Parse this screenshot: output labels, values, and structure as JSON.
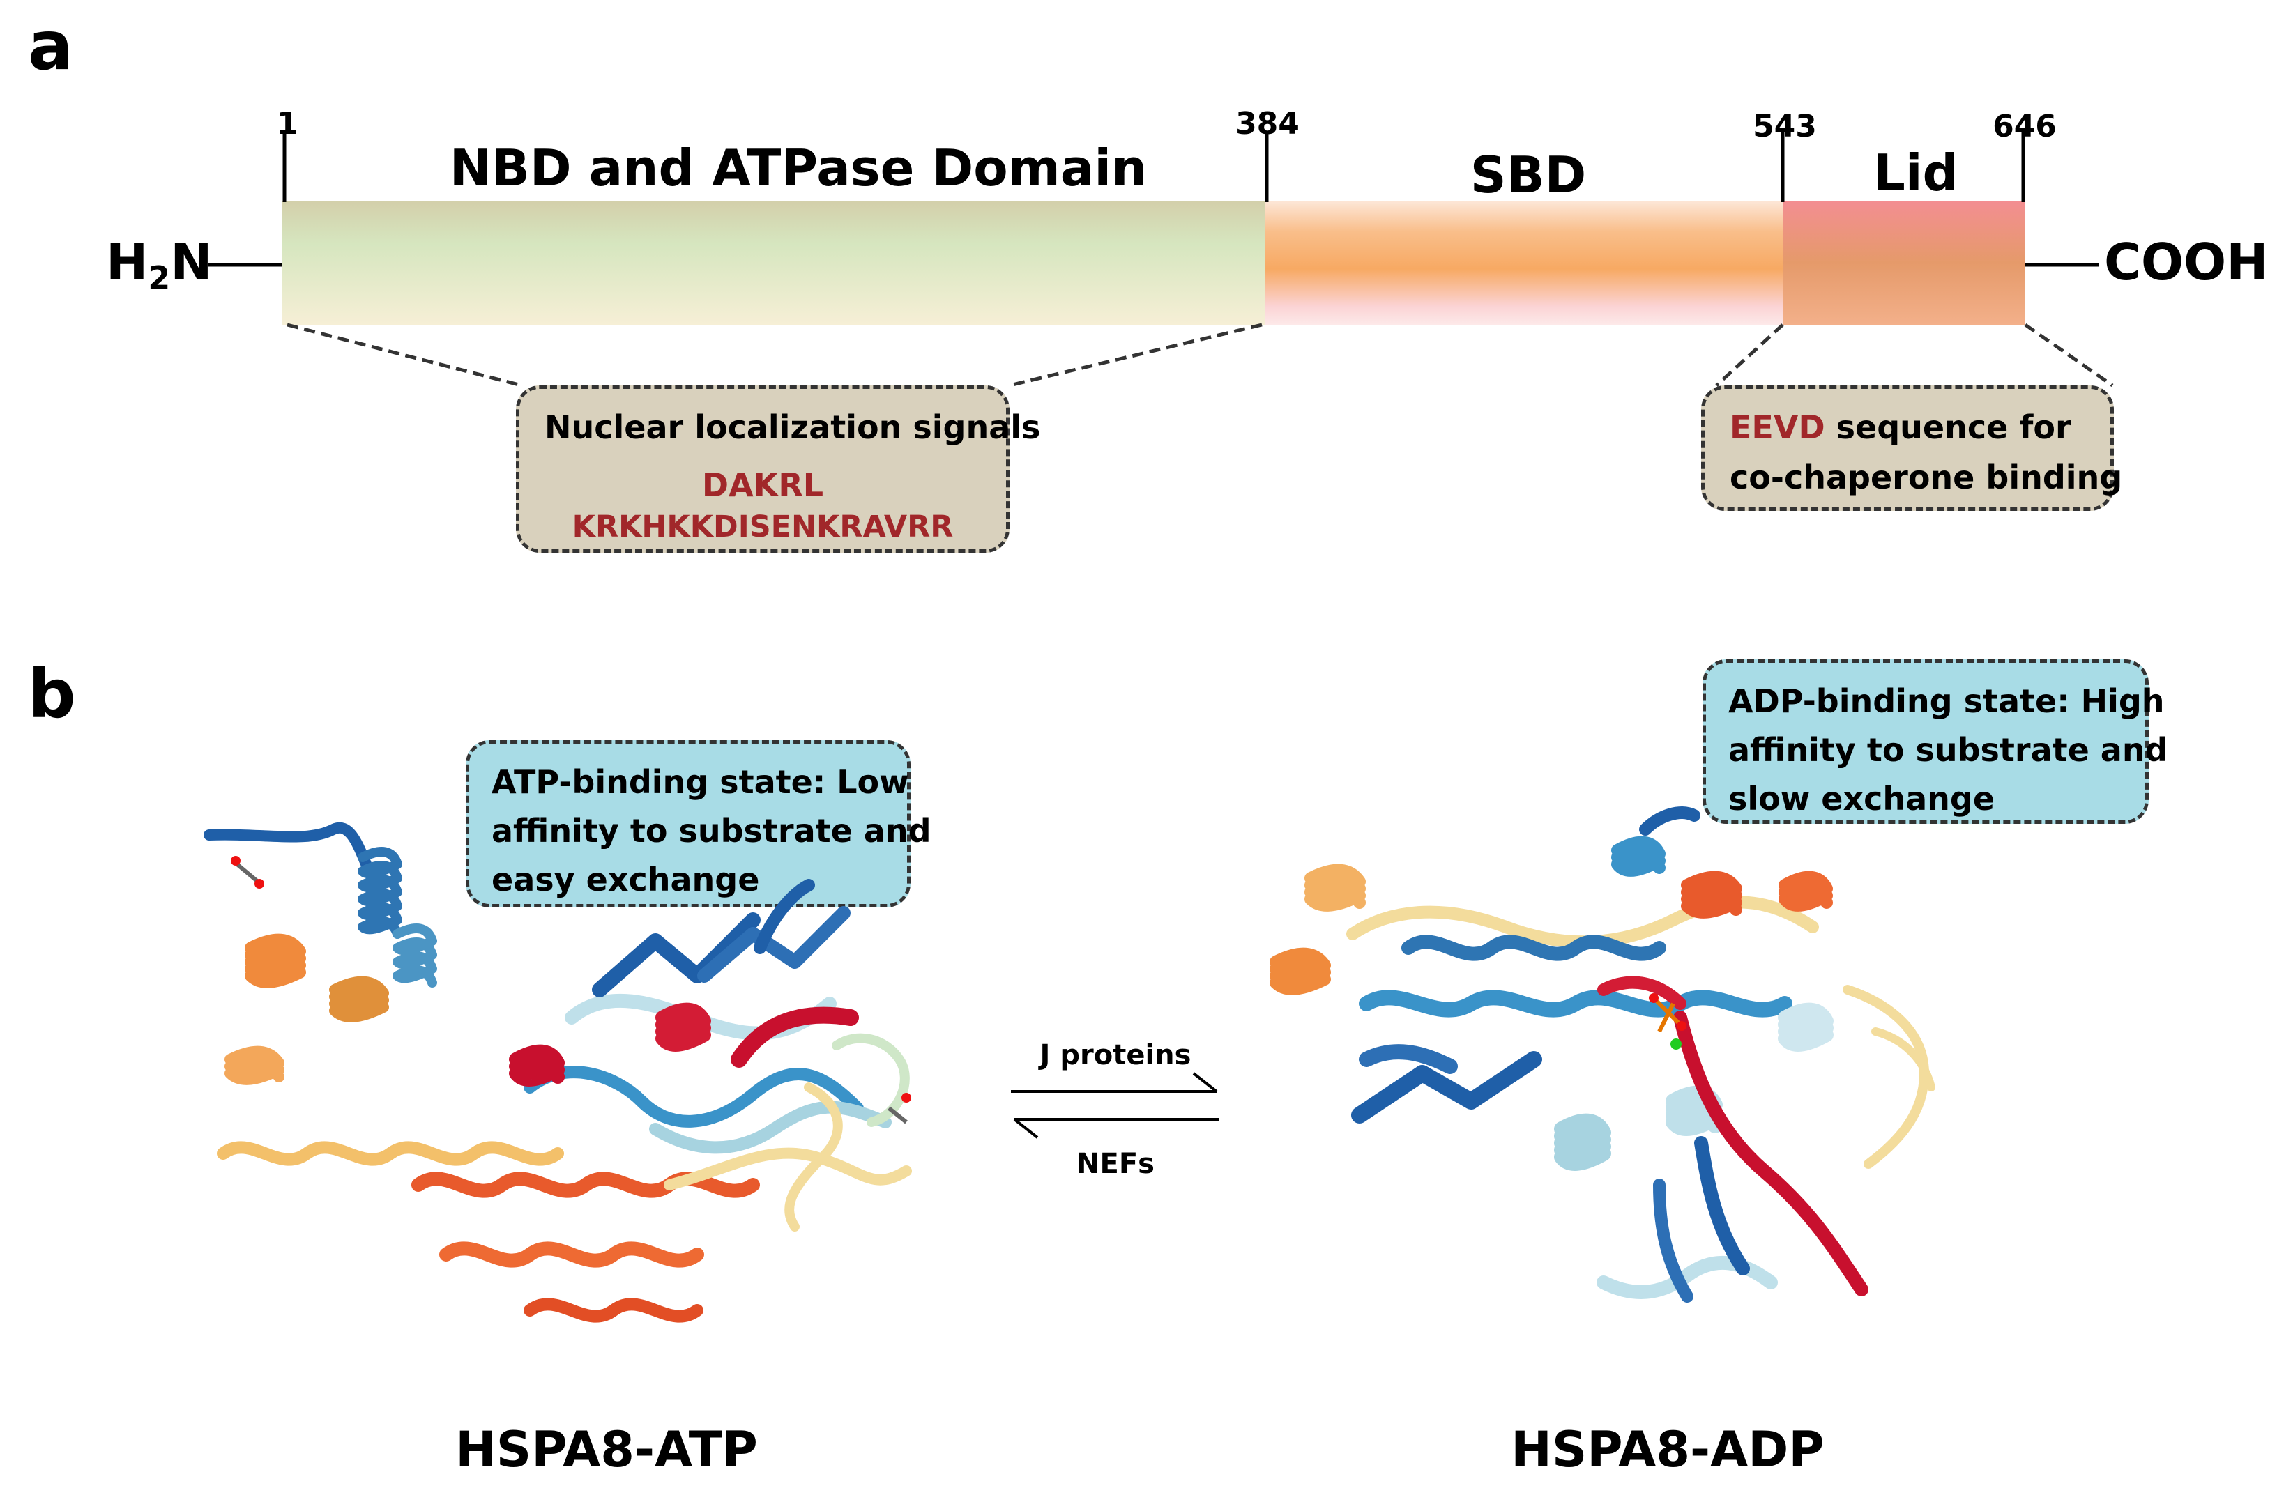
{
  "panel_a": {
    "letter": "a",
    "n_terminus_label": "H",
    "n_terminus_sub": "2",
    "n_terminus_suffix": "N",
    "c_terminus_label": "COOH",
    "ticks": [
      "1",
      "384",
      "543",
      "646"
    ],
    "domains": {
      "nbd": "NBD and ATPase Domain",
      "sbd": "SBD",
      "lid": "Lid"
    },
    "colors": {
      "nbd": "#d9e6c3",
      "sbd": "#f7b27a",
      "lid": "#f0977a"
    },
    "nls_callout": {
      "title": "Nuclear localization signals",
      "seq1": "DAKRL",
      "seq2": "KRKHKKDISENKRAVRR"
    },
    "eevd_callout": {
      "highlight": "EEVD",
      "line1_rest": " sequence for",
      "line2": "co-chaperone binding"
    }
  },
  "panel_b": {
    "letter": "b",
    "atp_callout": {
      "line1": "ATP-binding state: Low",
      "line2": "affinity to substrate and",
      "line3": "easy exchange"
    },
    "adp_callout": {
      "line1": "ADP-binding state: High",
      "line2": "affinity to substrate and",
      "line3": "slow exchange"
    },
    "forward_arrow_label": "J proteins",
    "reverse_arrow_label": "NEFs",
    "left_protein": "HSPA8-ATP",
    "right_protein": "HSPA8-ADP",
    "structure_palette": [
      "#1f5fa8",
      "#3a93c9",
      "#bfe0ea",
      "#f3dc9c",
      "#f79d4a",
      "#e85a2c",
      "#c8102e"
    ]
  }
}
